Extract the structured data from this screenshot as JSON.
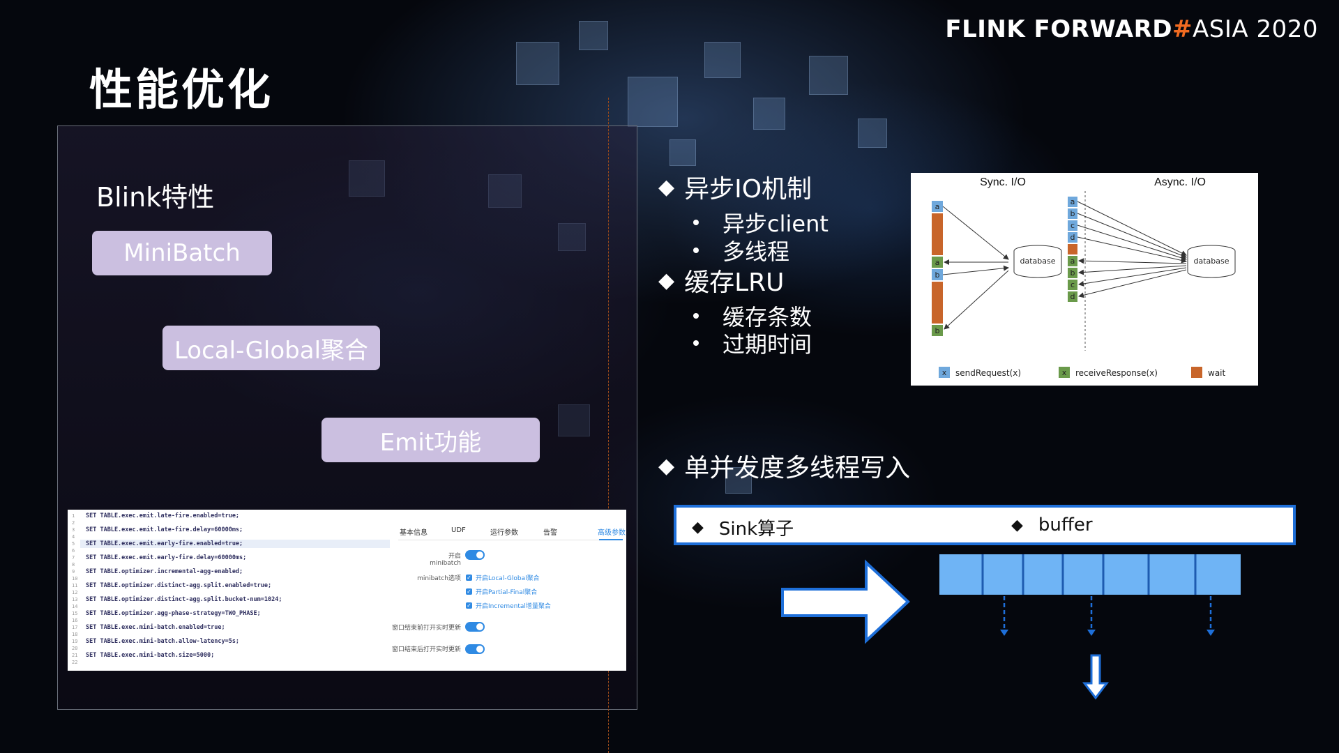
{
  "brand": {
    "part1": "FLINK FORWARD",
    "hash": "#",
    "part2": "ASIA 2020"
  },
  "title": "性能优化",
  "blink": {
    "title": "Blink特性",
    "pills": [
      "MiniBatch",
      "Local-Global聚合",
      "Emit功能"
    ]
  },
  "code": {
    "lines": [
      "SET TABLE.exec.emit.late-fire.enabled=true;",
      "SET TABLE.exec.emit.late-fire.delay=60000ms;",
      "SET TABLE.exec.emit.early-fire.enabled=true;",
      "SET TABLE.exec.emit.early-fire.delay=60000ms;",
      "SET TABLE.optimizer.incremental-agg-enabled;",
      "SET TABLE.optimizer.distinct-agg.split.enabled=true;",
      "SET TABLE.optimizer.distinct-agg.split.bucket-num=1024;",
      "SET TABLE.optimizer.agg-phase-strategy=TWO_PHASE;",
      "SET TABLE.exec.mini-batch.enabled=true;",
      "SET TABLE.exec.mini-batch.allow-latency=5s;",
      "SET TABLE.exec.mini-batch.size=5000;"
    ]
  },
  "settings": {
    "tabs": [
      "基本信息",
      "UDF",
      "运行参数",
      "告警",
      "高级参数"
    ],
    "minibatch_toggle_label": "开启minibatch",
    "minibatch_options_label": "minibatch选项",
    "options": [
      "开启Local-Global聚合",
      "开启Partial-Final聚合",
      "开启Incremental增量聚合"
    ],
    "window_before_label": "窗口结束前打开实时更新",
    "window_after_label": "窗口结束后打开实时更新"
  },
  "bullets": {
    "async_io": "异步IO机制",
    "async_client": "异步client",
    "multithread": "多线程",
    "cache_lru": "缓存LRU",
    "cache_count": "缓存条数",
    "expire_time": "过期时间",
    "single_parallel": "单并发度多线程写入"
  },
  "io_diagram": {
    "sync_title": "Sync. I/O",
    "async_title": "Async. I/O",
    "database": "database",
    "sync_labels": [
      "a",
      "a",
      "b",
      "b"
    ],
    "async_send": [
      "a",
      "b",
      "c",
      "d"
    ],
    "async_recv": [
      "a",
      "b",
      "c",
      "d"
    ],
    "legend": [
      "sendRequest(x)",
      "receiveResponse(x)",
      "wait"
    ],
    "legend_marks": [
      "x",
      "x"
    ],
    "colors": {
      "send": "#6fa8dc",
      "recv": "#6a9a4a",
      "wait": "#c8652a"
    }
  },
  "sink": {
    "operator": "Sink算子",
    "buffer": "buffer"
  },
  "colors": {
    "accent": "#f26b21",
    "blue": "#1e6fd9",
    "pill": "#cbbfe0",
    "buffer": "#6fb4f5"
  }
}
